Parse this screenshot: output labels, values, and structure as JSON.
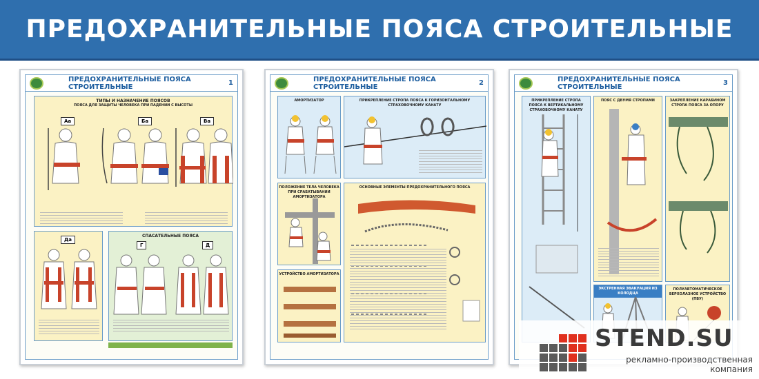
{
  "banner": {
    "title": "ПРЕДОХРАНИТЕЛЬНЫЕ ПОЯСА СТРОИТЕЛЬНЫЕ"
  },
  "posters": [
    {
      "header_title": "ПРЕДОХРАНИТЕЛЬНЫЕ ПОЯСА СТРОИТЕЛЬНЫЕ",
      "number": "1",
      "sections": {
        "types": "ТИПЫ И НАЗНАЧЕНИЕ ПОЯСОВ",
        "types_sub": "ПОЯСА ДЛЯ ЗАЩИТЫ ЧЕЛОВЕКА ПРИ ПАДЕНИИ С ВЫСОТЫ",
        "rescue": "СПАСАТЕЛЬНЫЕ ПОЯСА"
      },
      "tags": [
        "Аа",
        "Ба",
        "Ва",
        "Да",
        "Г",
        "Д"
      ]
    },
    {
      "header_title": "ПРЕДОХРАНИТЕЛЬНЫЕ ПОЯСА СТРОИТЕЛЬНЫЕ",
      "number": "2",
      "sections": {
        "absorber": "АМОРТИЗАТОР",
        "attach": "ПРИКРЕПЛЕНИЕ СТРОПА ПОЯСА К ГОРИЗОНТАЛЬНОМУ СТРАХОВОЧНОМУ КАНАТУ",
        "position": "ПОЛОЖЕНИЕ ТЕЛА ЧЕЛОВЕКА ПРИ СРАБАТЫВАНИИ АМОРТИЗАТОРА",
        "elements": "ОСНОВНЫЕ ЭЛЕМЕНТЫ ПРЕДОХРАНИТЕЛЬНОГО ПОЯСА",
        "device": "УСТРОЙСТВО АМОРТИЗАТОРА"
      }
    },
    {
      "header_title": "ПРЕДОХРАНИТЕЛЬНЫЕ ПОЯСА СТРОИТЕЛЬНЫЕ",
      "number": "3",
      "sections": {
        "vertical": "ПРИКРЕПЛЕНИЕ СТРОПА ПОЯСА К ВЕРТИКАЛЬНОМУ СТРАХОВОЧНОМУ КАНАТУ",
        "two_straps": "ПОЯС С ДВУМЯ СТРОПАМИ",
        "carabiner": "ЗАКРЕПЛЕНИЕ КАРАБИНОМ СТРОПА ПОЯСА ЗА ОПОРУ",
        "evacuation": "ЭКСТРЕННАЯ ЭВАКУАЦИЯ ИЗ КОЛОДЦА",
        "semi_auto": "ПОЛУАВТОМАТИЧЕСКОЕ ВЕРХОЛАЗНОЕ УСТРОЙСТВО (ПВУ)"
      }
    }
  ],
  "logo": {
    "name": "STEND.SU",
    "tagline": "рекламно-производственная компания"
  },
  "colors": {
    "banner": "#2f6fae",
    "panel_yellow": "#fbf2c4",
    "panel_blue": "#dcecf7",
    "harness_red": "#c8432a",
    "logo_red": "#e0301e"
  }
}
